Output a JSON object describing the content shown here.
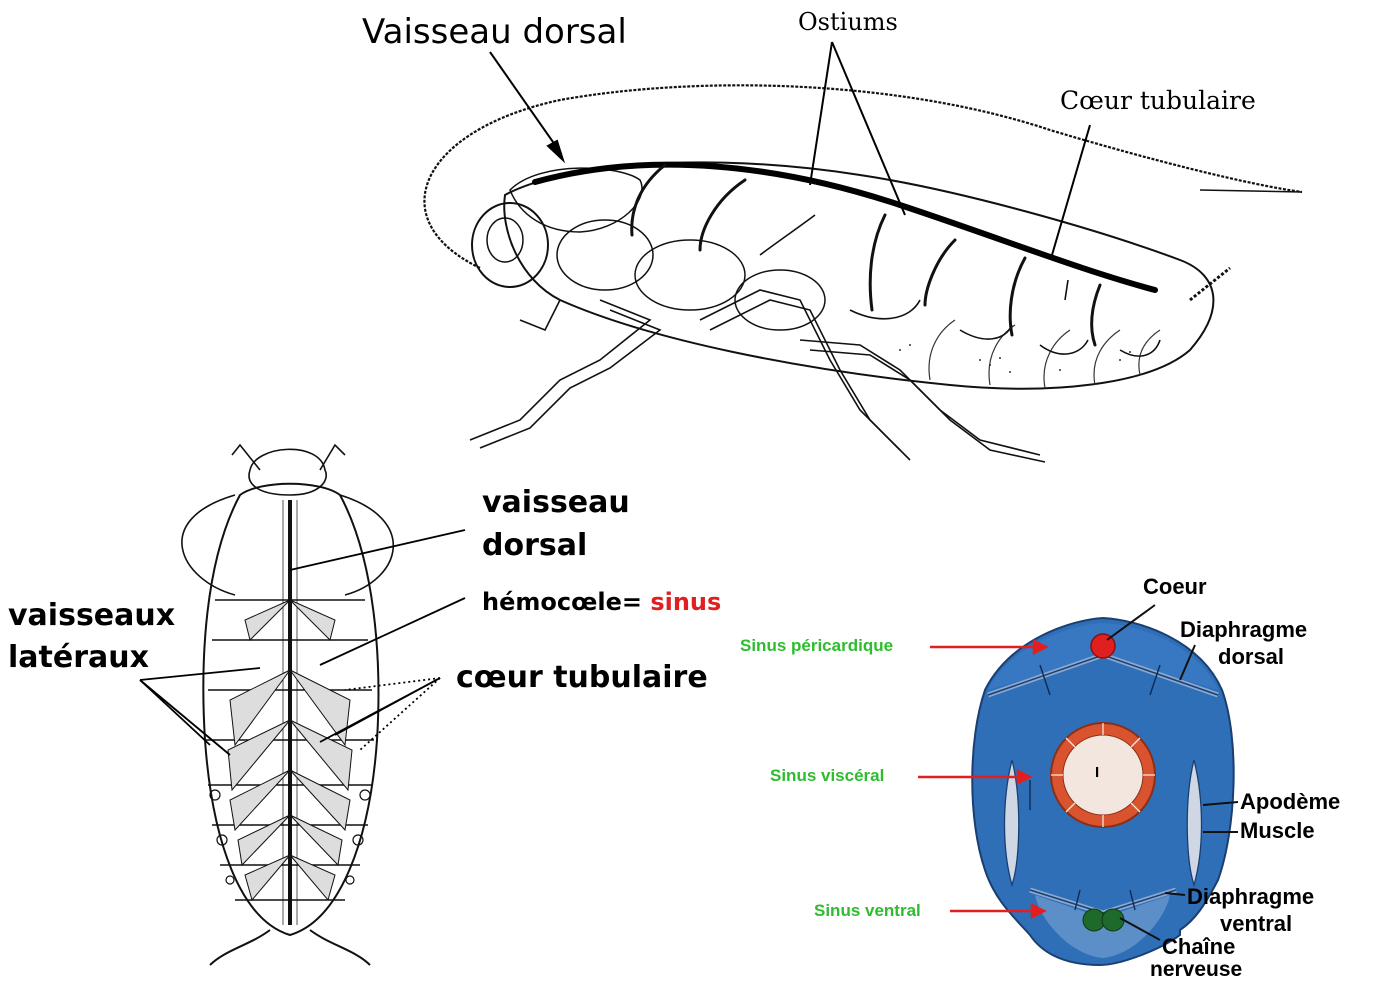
{
  "lateral_view": {
    "label_vaisseau_dorsal": "Vaisseau dorsal",
    "label_ostiums": "Ostiums",
    "label_coeur_tubulaire": "Cœur tubulaire"
  },
  "dorsal_view": {
    "label_vaisseau_dorsal_line1": "vaisseau",
    "label_vaisseau_dorsal_line2": "dorsal",
    "label_hemocoele": "hémocœle=",
    "label_sinus": "sinus",
    "label_vaisseaux_lateraux_line1": "vaisseaux",
    "label_vaisseaux_lateraux_line2": "latéraux",
    "label_coeur_tubulaire": "cœur tubulaire"
  },
  "cross_section": {
    "label_coeur": "Coeur",
    "label_diaphragme_dorsal_line1": "Diaphragme",
    "label_diaphragme_dorsal_line2": "dorsal",
    "label_sinus_pericardique": "Sinus péricardique",
    "label_sinus_visceral": "Sinus viscéral",
    "label_apodeme": "Apodème",
    "label_muscle": "Muscle",
    "label_sinus_ventral": "Sinus ventral",
    "label_diaphragme_ventral_line1": "Diaphragme",
    "label_diaphragme_ventral_line2": "ventral",
    "label_chaine_line1": "Chaîne",
    "label_chaine_line2": "nerveuse",
    "gut_label": "I",
    "colors": {
      "body_blue": "#2f6fb8",
      "heart_red": "#e02020",
      "gut_ring": "#d9532f",
      "gut_inner": "#f2e6de",
      "sinus_label_green": "#2ebd2e",
      "arrow_red": "#e02020",
      "nerve_green": "#1e6a2a"
    }
  },
  "accent_colors": {
    "sinus_red": "#e02020"
  }
}
